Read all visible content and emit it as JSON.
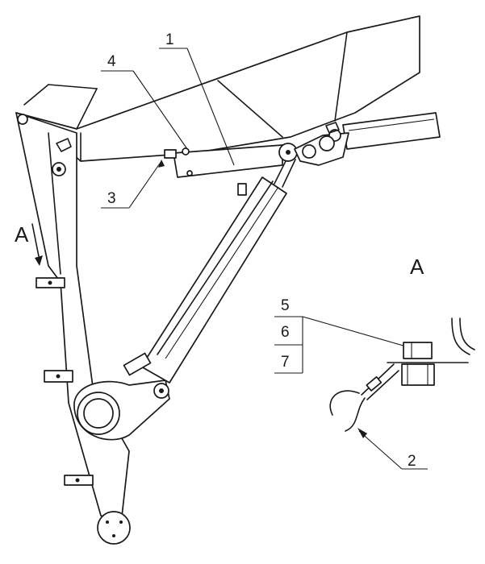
{
  "callouts": {
    "c1": "1",
    "c2": "2",
    "c3": "3",
    "c4": "4",
    "c5": "5",
    "c6": "6",
    "c7": "7"
  },
  "views": {
    "arrow_label": "A",
    "detail_title": "A"
  },
  "colors": {
    "line": "#1a1a1a",
    "paper": "#ffffff"
  }
}
